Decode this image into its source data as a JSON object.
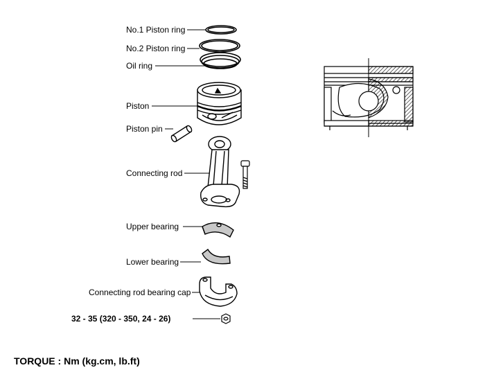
{
  "labels": {
    "ring1": "No.1 Piston ring",
    "ring2": "No.2 Piston ring",
    "oil_ring": "Oil ring",
    "piston": "Piston",
    "piston_pin": "Piston pin",
    "connecting_rod": "Connecting rod",
    "upper_bearing": "Upper bearing",
    "lower_bearing": "Lower bearing",
    "bearing_cap": "Connecting rod bearing cap",
    "nut_torque": "32 - 35 (320 - 350, 24 - 26)"
  },
  "footer": {
    "torque_note": "TORQUE : Nm (kg.cm, lb.ft)"
  },
  "colors": {
    "ink": "#000000",
    "paper": "#ffffff",
    "shade": "#c8c8c8"
  }
}
